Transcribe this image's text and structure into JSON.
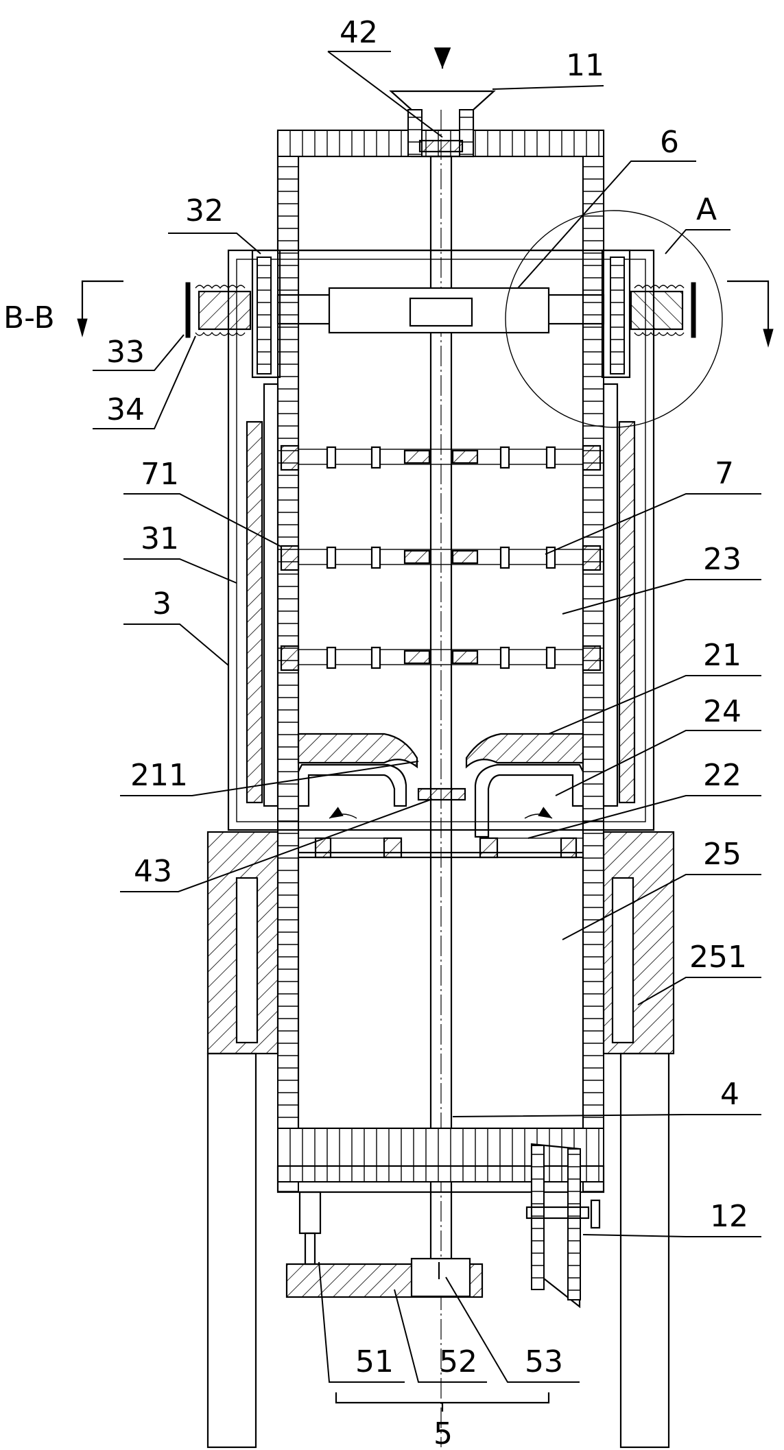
{
  "labels": {
    "l42": "42",
    "l11": "11",
    "l6": "6",
    "lA": "A",
    "l32": "32",
    "lBB": "B-B",
    "l33": "33",
    "l34": "34",
    "l71": "71",
    "l31": "31",
    "l3": "3",
    "l7": "7",
    "l23": "23",
    "l21": "21",
    "l24": "24",
    "l211": "211",
    "l22": "22",
    "l43": "43",
    "l25": "25",
    "l251": "251",
    "l4": "4",
    "l12": "12",
    "l51": "51",
    "l52": "52",
    "l53": "53",
    "l5": "5"
  }
}
